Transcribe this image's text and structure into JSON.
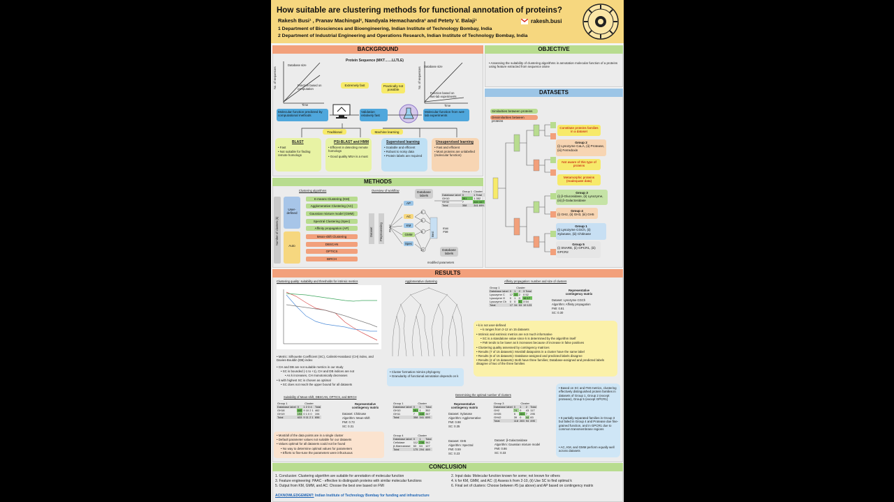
{
  "header": {
    "title": "How suitable are clustering methods for functional annotation of proteins?",
    "authors": "Rakesh Busi¹ , Pranav Machingal², Nandyala Hemachandra² and Petety V. Balaji¹",
    "affil1": "1 Department of Biosciences and Bioengineering, Indian Institute of Technology Bombay, India",
    "affil2": "2 Department of Industrial Engineering and Operations Research, Indian Institute of Technology Bombay, India",
    "email": "rakesh.busi"
  },
  "background": {
    "heading": "BACKGROUND",
    "protein_seq": "Protein Sequence (MKT……LLTLE)",
    "plot_left": {
      "ylabel": "No. of sequences",
      "l1": "Database size",
      "l2": "Function based on computation",
      "xlabel": "Time"
    },
    "plot_right": {
      "ylabel": "No. of sequences",
      "l1": "Database size",
      "l2": "Function based on wet-lab experiments",
      "xlabel": "Time"
    },
    "extremely_fast": "Extremely fast",
    "practically_not": "Practically not possible",
    "mf_pred": "Molecular function predicted by computational methods",
    "validation": "Validation relatively fast",
    "mf_wet": "Molecular function from wet-lab experiments",
    "traditional": "Traditional",
    "ml": "Machine learning",
    "boxes": [
      {
        "title": "BLAST",
        "items": [
          "Fast",
          "Not suitable for finding remote homologs"
        ]
      },
      {
        "title": "PSI-BLAST and HMM",
        "items": [
          "Efficient in detecting remote homologs",
          "Good quality MSA is a must"
        ]
      },
      {
        "title": "Supervised learning",
        "items": [
          "Scalable and efficient",
          "Robust to noisy data",
          "Protein labels are required"
        ]
      },
      {
        "title": "Unsupervised learning",
        "items": [
          "Fast and efficient",
          "Most proteins are unlabelled (molecular function)"
        ]
      }
    ]
  },
  "objective": {
    "heading": "OBJECTIVE",
    "text": "Assessing the suitability of clustering algorithms in annotation molecular function of a proteins using feature extracted from sequence alone"
  },
  "datasets": {
    "heading": "DATASETS",
    "legend_sim": "Similarities between proteins",
    "legend_dis": "Dissimilarities between proteins",
    "groups": [
      {
        "title": "Constitute proteins families in a dataset",
        "text": ""
      },
      {
        "title": "Group 2",
        "text": "(i) Lysozyme CaLA, (ii) Protease, (iii) Ferredoxin"
      },
      {
        "title": "Not aware of this type of proteins",
        "text": ""
      },
      {
        "title": "Metamorphic proteins (Inadequate data)",
        "text": ""
      },
      {
        "title": "Group 3",
        "text": "(i) β-Glucosidase, (ii) Lysozyme, (iii) β-Galactosidase"
      },
      {
        "title": "Group 4",
        "text": "(i) GH2, (ii) GH3, (iii) GH5"
      },
      {
        "title": "Group 1",
        "text": "(i) Lysozyme CGCh, (ii) Xylanase, (iii) Chitinase"
      },
      {
        "title": "Group 5",
        "text": "(i) SNARE, (ii) GPCR1, (iii) GPCR2"
      }
    ]
  },
  "methods": {
    "heading": "METHODS",
    "clustering_title": "Clustering algorithms",
    "nclusters": "Number of clusters (k)",
    "user_defined": "User-defined",
    "auto": "Auto",
    "algos": [
      "K-means Clustering (KM)",
      "Agglomerative Clustering (AC)",
      "Gaussian mixture model (GMM)",
      "Spectral Clustering (Spec)",
      "Affinity propagation (AP)",
      "Mean-shift Clustering",
      "DBSCAN",
      "OPTICS",
      "BIRCH"
    ],
    "workflow_title": "Overview of workflow",
    "dataset": "Dataset",
    "preprocessing": "Preprocessing",
    "paac": "PAAC",
    "db_labels": "Database labels",
    "wf_algos": [
      "AP",
      "AC",
      "KM",
      "GMM",
      "Spec"
    ],
    "ks": [
      "2",
      "3",
      "4",
      "10"
    ],
    "maxfmi": "max FMI",
    "best": "Best",
    "modified": "modified parameters",
    "db_labels2": "Database labels"
  },
  "results": {
    "heading": "RESULTS",
    "cq_title": "Clustering quality: suitability and thresholds for intrinsic metrics",
    "ac_title": "Agglomerative clustering",
    "ap_title": "Affinity propagation: number and size of clusters",
    "cq_bullets": [
      "Metric: Silhouette Coefficient (SC), Calinski-Harabasz (CH) index, and Davies-Bouldin (DB) index",
      "CH and DB are not suitable metrics in our study",
      "SC is bounded (-1 to +1), CH and DB indices are not",
      "As k increases, CH monotonically decreases",
      "k with highest SC is chosen as optimal",
      "SC does not reach the upper bound for all datasets"
    ],
    "ac_bullets": [
      "Cluster formation mimics phylogeny",
      "Granularity of functional annotation depends on k"
    ],
    "ap_info": [
      "Representative contingency matrix",
      "Dataset: Lysozyme CGCh",
      "Algorithm: Affinity propagation",
      "FMI: 0.81",
      "SC: 0.30"
    ],
    "yellow_bullets": [
      "k is not user-defined",
      "k ranges from 2-12 on 15 datasets",
      "Intrinsic and extrinsic metrics are not much informative",
      "SC is a standalone value since k is determined by the algorithm itself",
      "FMI tends to be lower as k increases because of increase in false positives",
      "Clustering quality assessed by contingency matrices",
      "Results (7 of 15 datasets): Most/all datapoints in a cluster have the same label",
      "Results (6 of 15 datasets): Database-assigned and predicted labels disagree",
      "Results (2 of 15 datasets): Both have three families; Database-assigned and predicted labels disagree of two of the three families"
    ],
    "ms_title": "Suitability of Mean-shift, DBSCAN, OPTICS, and BIRCH",
    "ms_info": [
      "Representative contingency matrix",
      "Dataset: Chitinase",
      "Algorithm: Mean-shift",
      "FMI: 0.73",
      "SC: 0.31"
    ],
    "ms_bullets": [
      "Most/all of the data points are in a single cluster",
      "Default parameter values not suitable for our datasets",
      "Values optimal for all datasets could not be found",
      "No way to determine optimal values for parameters",
      "Efforts to fine-tune the parameters were infructuous"
    ],
    "opt_title": "Determining the optimal number of clusters",
    "opt_info1": [
      "Representative contingency matrix",
      "Dataset: Xylanase",
      "Algorithm: Agglomerative",
      "FMI: 0.98",
      "SC: 0.35"
    ],
    "opt_info2": [
      "Dataset: GH5",
      "Algorithm: Spectral",
      "FMI: 0.59",
      "SC: 0.23"
    ],
    "opt_info3": [
      "Dataset: β-Galactosidase",
      "Algorithm: Gaussian mixture model",
      "FMI: 0.86",
      "SC: 0.33"
    ],
    "blue_bullets": [
      "Based on SC and FMI metrics, clustering effectively distinguished protein families in datasets of Group 1, Group 2 (except protease), Group 5 (except GPCR1)",
      "It partially separated families in Group 3 but failed in Group 4 and Protease due fine-grained function, and in GPCR1 due to common transmembrane regions",
      "AC, KM, and GMM perform equally well across datasets"
    ]
  },
  "conclusion": {
    "heading": "CONCLUSION",
    "left": [
      "1. Conclusion: Clustering algorithm are suitable for annotation of molecular function",
      "3. Feature engineering: PAAC - effective to distinguish proteins with similar molecular functions",
      "5. Output from KM, GMM, and AC: Choose the best one based on FMI"
    ],
    "right": [
      "2. Input data: Molecular function known for some; not known for others",
      "4. k for KM, GMM, and AC: (i) Assess k from 2-10, (ii) Use SC to find optimal k",
      "6. Final set of clusters: Choose between #5 (as above) and AP based on contingency matrix"
    ],
    "ack": "ACKNOWLEDGEMENT:",
    "ack_text": "Indian Institute of Technology Bombay for funding and infrastructure"
  }
}
